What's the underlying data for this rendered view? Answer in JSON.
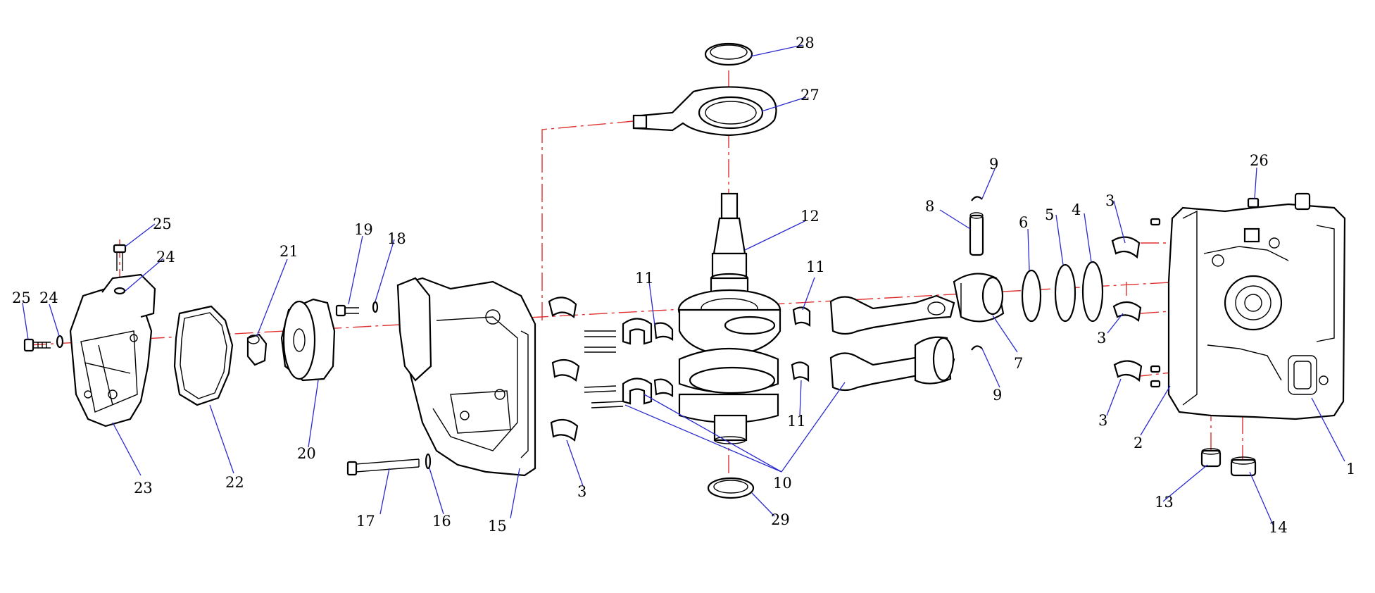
{
  "diagram": {
    "colors": {
      "outline": "#000000",
      "centerline": "#e03030",
      "leader": "#2a2ad0",
      "background": "#ffffff"
    },
    "callouts": {
      "c1": "1",
      "c2": "2",
      "c3a": "3",
      "c3b": "3",
      "c3c": "3",
      "c3d": "3",
      "c4": "4",
      "c5": "5",
      "c6": "6",
      "c7": "7",
      "c8": "8",
      "c9a": "9",
      "c9b": "9",
      "c10": "10",
      "c11a": "11",
      "c11b": "11",
      "c11c": "11",
      "c12": "12",
      "c13": "13",
      "c14": "14",
      "c15": "15",
      "c16": "16",
      "c17": "17",
      "c18": "18",
      "c19": "19",
      "c20": "20",
      "c21": "21",
      "c22": "22",
      "c23": "23",
      "c24a": "24",
      "c24b": "24",
      "c25a": "25",
      "c25b": "25",
      "c26": "26",
      "c27": "27",
      "c28": "28",
      "c29": "29"
    }
  }
}
